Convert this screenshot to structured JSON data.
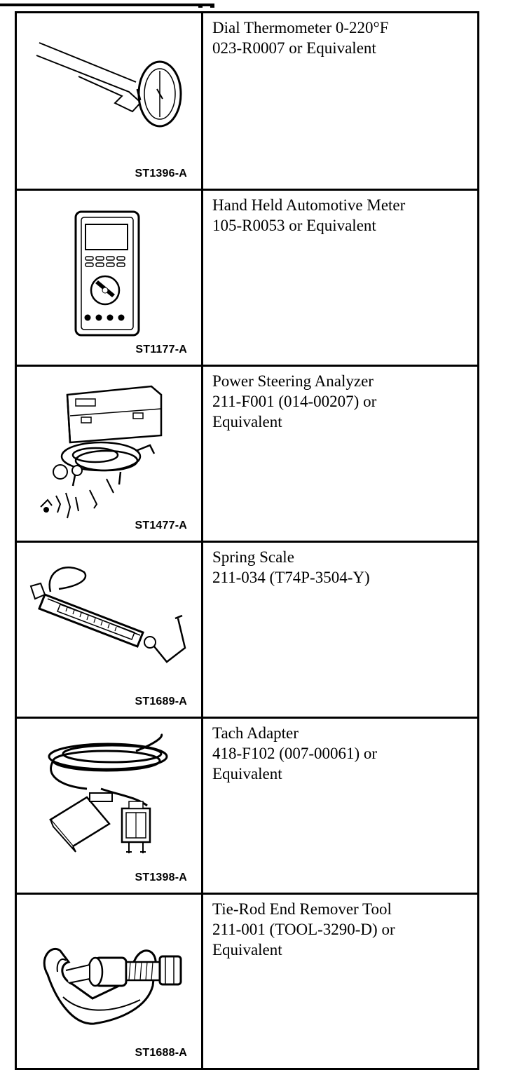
{
  "tools": [
    {
      "illustration_icon": "dial-thermometer-icon",
      "code": "ST1396-A",
      "name": "Dial Thermometer 0-220°F",
      "lines": [
        "023-R0007 or Equivalent"
      ]
    },
    {
      "illustration_icon": "multimeter-icon",
      "code": "ST1177-A",
      "name": "Hand Held Automotive Meter",
      "lines": [
        "105-R0053 or Equivalent"
      ]
    },
    {
      "illustration_icon": "power-steering-analyzer-icon",
      "code": "ST1477-A",
      "name": "Power Steering Analyzer",
      "lines": [
        "211-F001 (014-00207) or",
        "Equivalent"
      ]
    },
    {
      "illustration_icon": "spring-scale-icon",
      "code": "ST1689-A",
      "name": "Spring Scale",
      "lines": [
        "211-034 (T74P-3504-Y)"
      ]
    },
    {
      "illustration_icon": "tach-adapter-icon",
      "code": "ST1398-A",
      "name": "Tach Adapter",
      "lines": [
        "418-F102 (007-00061) or",
        "Equivalent"
      ]
    },
    {
      "illustration_icon": "tie-rod-remover-icon",
      "code": "ST1688-A",
      "name": "Tie-Rod End Remover Tool",
      "lines": [
        "211-001 (TOOL-3290-D) or",
        "Equivalent"
      ]
    }
  ]
}
